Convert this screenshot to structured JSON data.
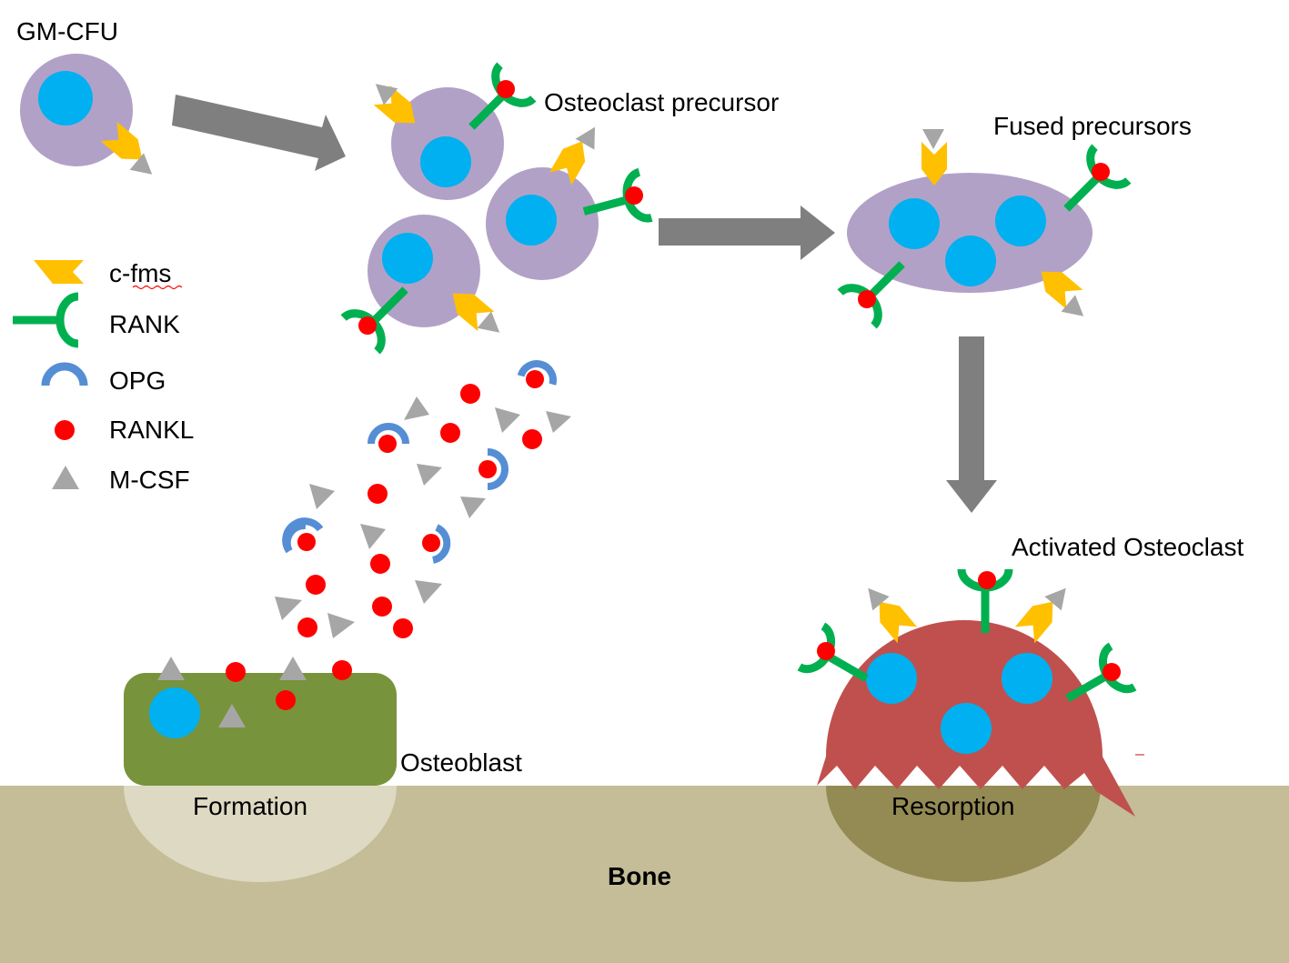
{
  "labels": {
    "gm_cfu": "GM-CFU",
    "osteoclast_precursor": "Osteoclast precursor",
    "fused_precursors": "Fused precursors",
    "activated_osteoclast": "Activated Osteoclast",
    "osteoblast": "Osteoblast",
    "formation": "Formation",
    "resorption": "Resorption",
    "bone": "Bone"
  },
  "legend": {
    "cfms": "c-fms",
    "rank": "RANK",
    "opg": "OPG",
    "rankl": "RANKL",
    "mcsf": "M-CSF"
  },
  "colors": {
    "cell": "#b2a1c7",
    "nucleus": "#00b0f0",
    "cfms": "#ffc000",
    "rank": "#00b050",
    "opg": "#558ed5",
    "rankl": "#ff0000",
    "mcsf": "#a6a6a6",
    "arrow": "#7f7f7f",
    "osteoblast": "#77933c",
    "osteoclast": "#c0504d",
    "bone": "#c4bd97",
    "formation_pit": "#ddd9c3",
    "resorption_pit": "#948a54"
  }
}
